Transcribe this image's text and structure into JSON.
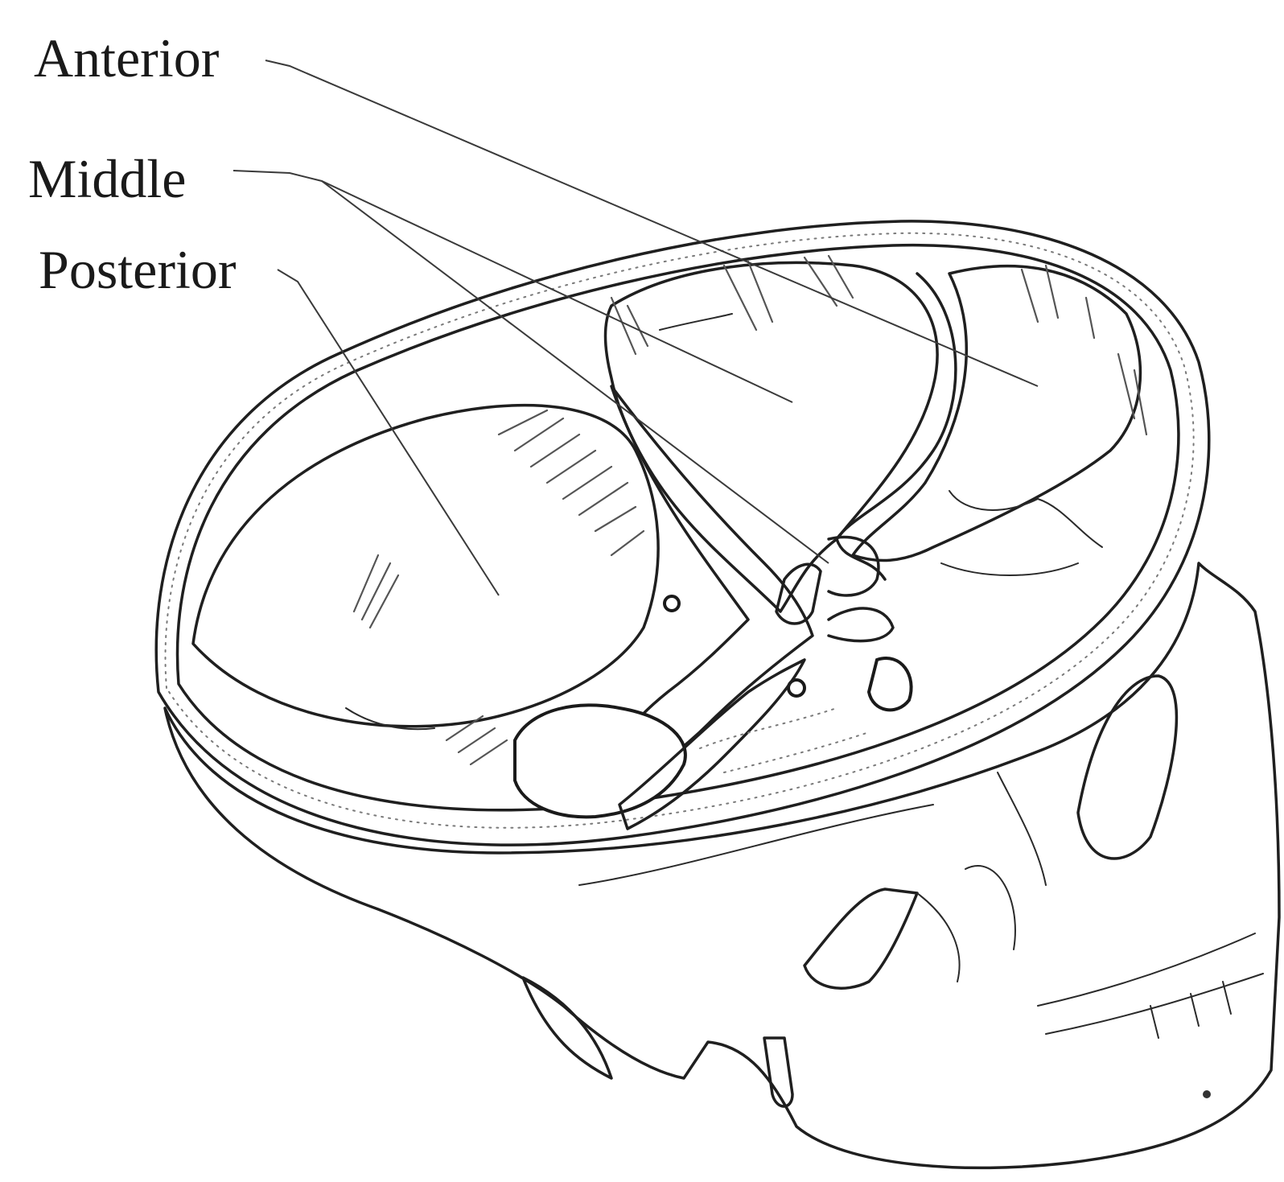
{
  "labels": {
    "anterior": "Anterior",
    "middle": "Middle",
    "posterior": "Posterior"
  },
  "colors": {
    "background": "#ffffff",
    "ink": "#1a1a1a",
    "bone_shade": "#e4e4e4"
  }
}
